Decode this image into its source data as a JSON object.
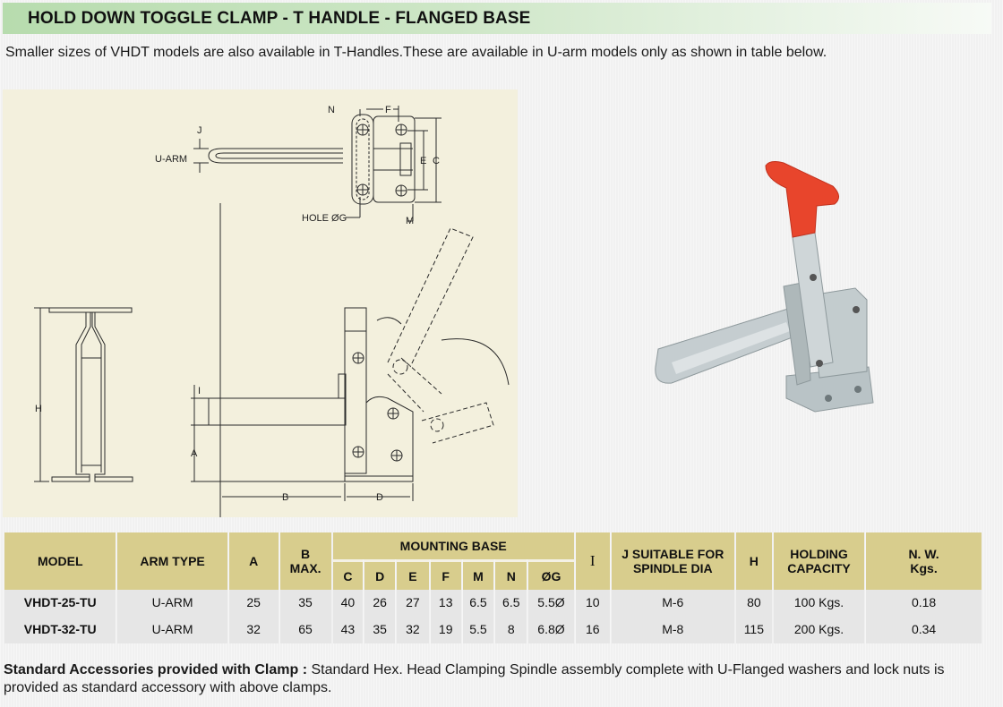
{
  "header": {
    "title": "HOLD DOWN TOGGLE CLAMP - T HANDLE - FLANGED BASE"
  },
  "intro": {
    "text": "Smaller sizes of VHDT models are also available in T-Handles.These are available in U-arm models only as shown in table below."
  },
  "diagram": {
    "labels": {
      "n": "N",
      "f": "F",
      "j": "J",
      "u_arm": "U-ARM",
      "e": "E",
      "c": "C",
      "hole_g": "HOLE ØG",
      "m": "M",
      "h": "H",
      "i": "I",
      "a": "A",
      "b": "B",
      "d": "D"
    }
  },
  "photo": {
    "alt": "Hold down toggle clamp with red T-handle and flanged base",
    "handle_color": "#e8452c",
    "metal_color": "#b9c3c6"
  },
  "table": {
    "headers": {
      "model": "MODEL",
      "arm_type": "ARM TYPE",
      "a": "A",
      "b_line1": "B",
      "b_line2": "MAX.",
      "mounting_base": "MOUNTING BASE",
      "c": "C",
      "d": "D",
      "e": "E",
      "f": "F",
      "m": "M",
      "n": "N",
      "g": "ØG",
      "i": "I",
      "j_line1": "J SUITABLE FOR",
      "j_line2": "SPINDLE DIA",
      "h": "H",
      "holding_line1": "HOLDING",
      "holding_line2": "CAPACITY",
      "nw_line1": "N. W.",
      "nw_line2": "Kgs."
    },
    "rows": [
      {
        "model": "VHDT-25-TU",
        "arm_type": "U-ARM",
        "a": "25",
        "b": "35",
        "c": "40",
        "d": "26",
        "e": "27",
        "f": "13",
        "m": "6.5",
        "n": "6.5",
        "g": "5.5Ø",
        "i": "10",
        "j": "M-6",
        "h": "80",
        "holding": "100 Kgs.",
        "nw": "0.18"
      },
      {
        "model": "VHDT-32-TU",
        "arm_type": "U-ARM",
        "a": "32",
        "b": "65",
        "c": "43",
        "d": "35",
        "e": "32",
        "f": "19",
        "m": "5.5",
        "n": "8",
        "g": "6.8Ø",
        "i": "16",
        "j": "M-8",
        "h": "115",
        "holding": "200 Kgs.",
        "nw": "0.34"
      }
    ],
    "colors": {
      "header_bg": "#d8cd8d",
      "row_bg": "#e6e6e6"
    }
  },
  "footnote": {
    "label": "Standard Accessories provided with Clamp :",
    "text": " Standard Hex. Head Clamping Spindle assembly complete with U-Flanged washers and lock nuts is provided as standard accessory with above clamps."
  },
  "colors": {
    "title_gradient_start": "#b7dcae",
    "diagram_bg": "#f3f0dd",
    "page_bg": "#f1f1f1"
  }
}
